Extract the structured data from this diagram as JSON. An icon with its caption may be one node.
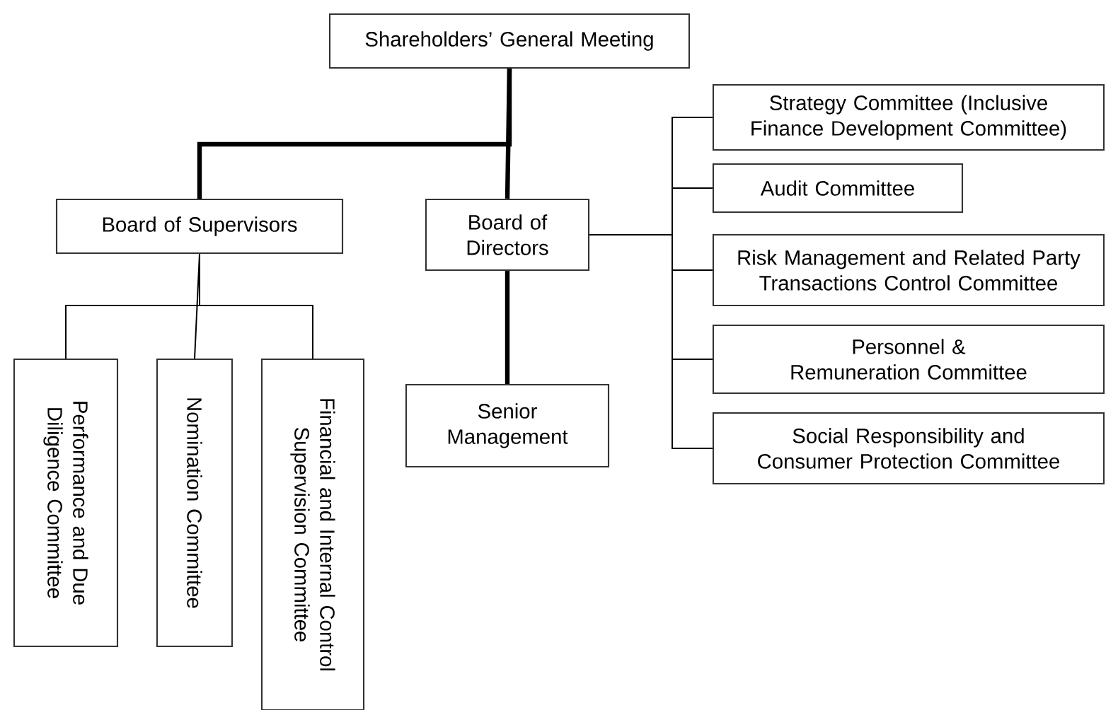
{
  "diagram": {
    "nodes": [
      {
        "text": [
          "Shareholders’ General Meeting"
        ]
      },
      {
        "text": [
          "Board of Supervisors"
        ]
      },
      {
        "text": [
          "Board of Directors"
        ]
      },
      {
        "text": [
          "Senior Management"
        ]
      },
      {
        "text": [
          "Performance and Due Diligence Committee"
        ]
      },
      {
        "text": [
          "Nomination Committee"
        ]
      },
      {
        "text": [
          "Financial and Internal Control Supervision Committee"
        ]
      },
      {
        "text": [
          "Strategy Committee (Inclusive Finance Development Committee)"
        ]
      },
      {
        "text": [
          "Audit Committee"
        ]
      },
      {
        "text": [
          "Risk Management and Related Party Transactions Control Committee"
        ]
      },
      {
        "text": [
          "Personnel & Remuneration Committee"
        ]
      },
      {
        "text": [
          "Social Responsibility and Consumer Protection Committee"
        ]
      }
    ],
    "edges": [
      {
        "from": 0,
        "to": 1,
        "arrow": "none",
        "style": "thick"
      },
      {
        "from": 0,
        "to": 2,
        "arrow": "none",
        "style": "thick"
      },
      {
        "from": 2,
        "to": 3,
        "arrow": "none",
        "style": "thick"
      },
      {
        "from": 1,
        "to": 4,
        "arrow": "none"
      },
      {
        "from": 1,
        "to": 5,
        "arrow": "none"
      },
      {
        "from": 1,
        "to": 6,
        "arrow": "none"
      },
      {
        "from": 2,
        "to": 7,
        "arrow": "none"
      },
      {
        "from": 2,
        "to": 8,
        "arrow": "none"
      },
      {
        "from": 2,
        "to": 9,
        "arrow": "none"
      },
      {
        "from": 2,
        "to": 10,
        "arrow": "none"
      },
      {
        "from": 2,
        "to": 11,
        "arrow": "none"
      }
    ]
  }
}
